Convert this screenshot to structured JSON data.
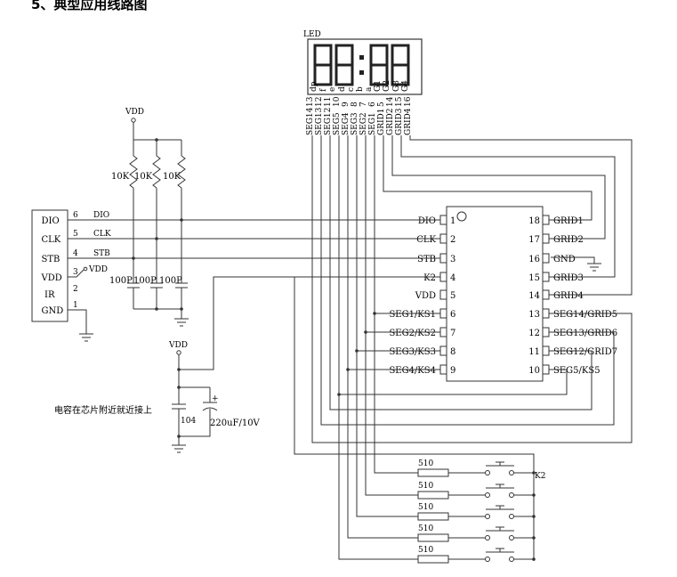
{
  "title": "5、典型应用线路图",
  "led_label": "LED",
  "led_pin_letters": [
    "dp",
    "f",
    "e",
    "d",
    "c",
    "b",
    "a",
    "G1",
    "G2",
    "G3",
    "G4"
  ],
  "led_pin_numbers": [
    "13",
    "12",
    "11",
    "10",
    "9",
    "8",
    "7",
    "6",
    "5",
    "14",
    "15",
    "16"
  ],
  "led_seg_labels": [
    "SEG14",
    "SEG13",
    "SEG12",
    "SEG5",
    "SEG4",
    "SEG3",
    "SEG2",
    "SEG1",
    "GRID1",
    "GRID2",
    "GRID3",
    "GRID4"
  ],
  "vdd": "VDD",
  "resistors": [
    "10K",
    "10K",
    "10K"
  ],
  "caps_small": [
    "100P",
    "100P",
    "100P"
  ],
  "connector": {
    "pins": [
      {
        "name": "DIO",
        "num": "6",
        "net": "DIO"
      },
      {
        "name": "CLK",
        "num": "5",
        "net": "CLK"
      },
      {
        "name": "STB",
        "num": "4",
        "net": "STB"
      },
      {
        "name": "VDD",
        "num": "3",
        "net": "VDD"
      },
      {
        "name": "IR",
        "num": "2",
        "net": ""
      },
      {
        "name": "GND",
        "num": "1",
        "net": ""
      }
    ]
  },
  "chip": {
    "left": [
      {
        "num": "1",
        "label": "DIO"
      },
      {
        "num": "2",
        "label": "CLK"
      },
      {
        "num": "3",
        "label": "STB"
      },
      {
        "num": "4",
        "label": "K2"
      },
      {
        "num": "5",
        "label": "VDD"
      },
      {
        "num": "6",
        "label": "SEG1/KS1"
      },
      {
        "num": "7",
        "label": "SEG2/KS2"
      },
      {
        "num": "8",
        "label": "SEG3/KS3"
      },
      {
        "num": "9",
        "label": "SEG4/KS4"
      }
    ],
    "right": [
      {
        "num": "18",
        "label": "GRID1"
      },
      {
        "num": "17",
        "label": "GRID2"
      },
      {
        "num": "16",
        "label": "GND"
      },
      {
        "num": "15",
        "label": "GRID3"
      },
      {
        "num": "14",
        "label": "GRID4"
      },
      {
        "num": "13",
        "label": "SEG14/GRID5"
      },
      {
        "num": "12",
        "label": "SEG13/GRID6"
      },
      {
        "num": "11",
        "label": "SEG12/GRID7"
      },
      {
        "num": "10",
        "label": "SEG5/KS5"
      }
    ]
  },
  "cap_note": "电容在芯片附近就近接上",
  "cap_104": "104",
  "cap_electrolytic": "220uF/10V",
  "cap_plus": "+",
  "key_resistors": [
    "510",
    "510",
    "510",
    "510",
    "510"
  ],
  "k2_label": "K2"
}
